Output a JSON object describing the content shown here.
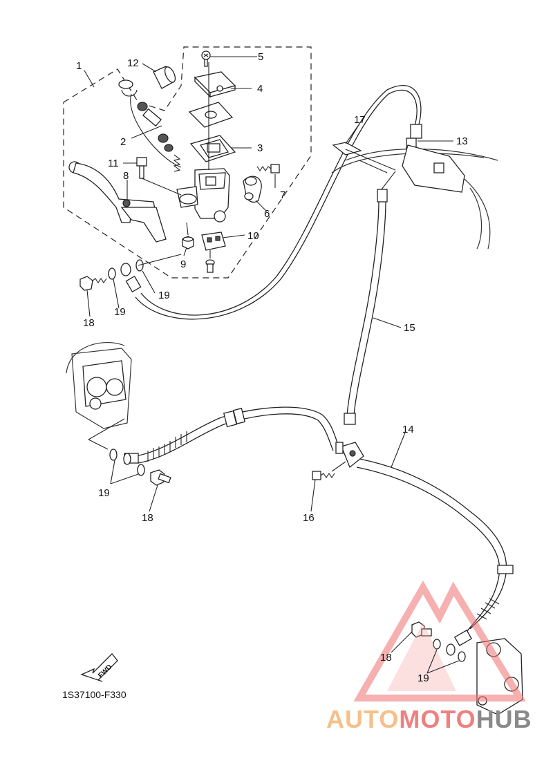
{
  "diagram_code": "1S37100-F330",
  "fwd_label": "FWD",
  "watermark": {
    "part1": "AUTO",
    "part2": "MOTO",
    "part3": "HUB"
  },
  "callouts": {
    "c1": "1",
    "c2": "2",
    "c3": "3",
    "c4": "4",
    "c5": "5",
    "c6": "6",
    "c7": "7",
    "c8": "8",
    "c9": "9",
    "c10": "10",
    "c11": "11",
    "c12": "12",
    "c13": "13",
    "c14": "14",
    "c15": "15",
    "c16": "16",
    "c17": "17",
    "c18a": "18",
    "c18b": "18",
    "c18c": "18",
    "c19a": "19",
    "c19b": "19",
    "c19c": "19",
    "c19d": "19"
  }
}
